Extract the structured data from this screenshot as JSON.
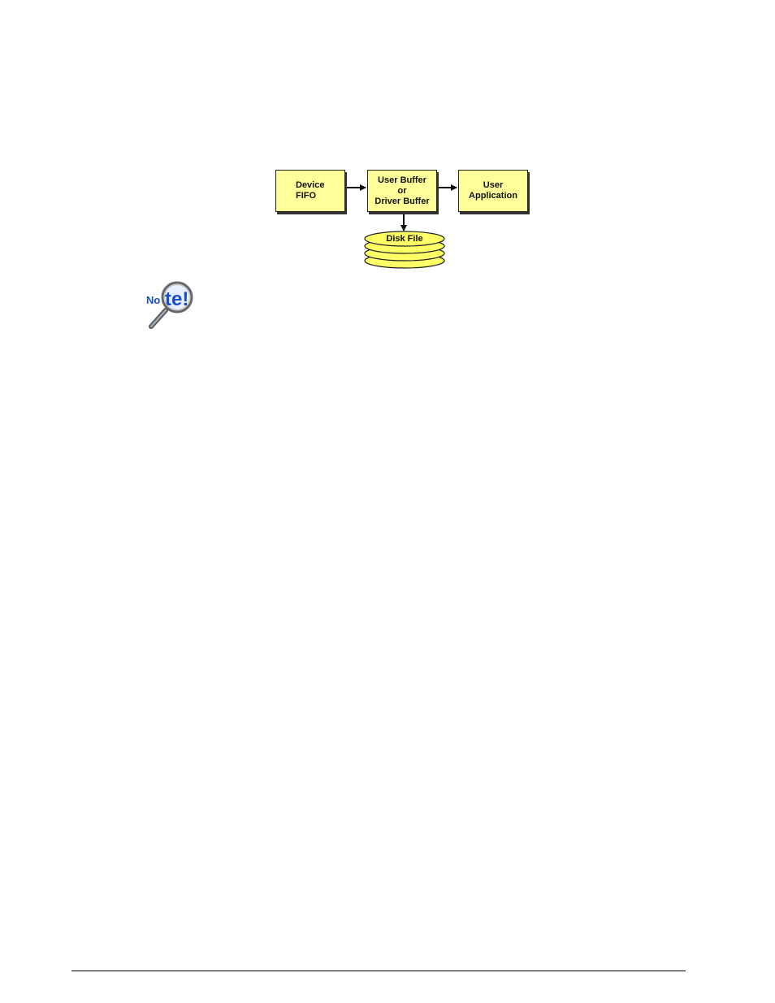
{
  "diagram": {
    "device_fifo": {
      "line1": "Device",
      "line2": "FIFO"
    },
    "buffer": {
      "line1": "User Buffer",
      "line2": "or",
      "line3": "Driver Buffer"
    },
    "app": {
      "line1": "User",
      "line2": "Application"
    },
    "disk": {
      "label": "Disk File"
    }
  },
  "note_icon": {
    "text_prefix": "No",
    "text_main": "te!"
  },
  "colors": {
    "box_fill": "#ffff99",
    "disk_fill": "#ffff66",
    "note_blue": "#1a4fc4"
  }
}
